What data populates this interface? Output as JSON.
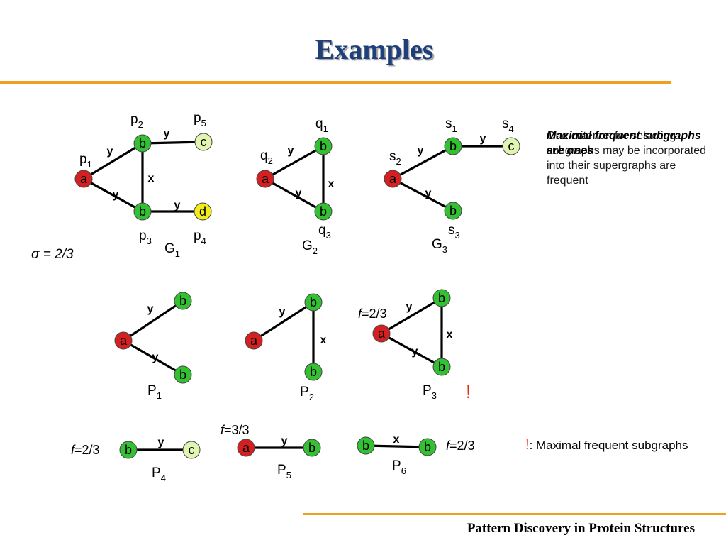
{
  "slide": {
    "title": "Examples",
    "footer": "Pattern Discovery in Protein Structures",
    "sigma": "σ = 2/3"
  },
  "note": {
    "overlay_text": "Maximal frequent subgraphs are ones",
    "text": "One criterion for selecting subgraphs may be incorporated into their supergraphs are frequent"
  },
  "legend": {
    "mark": "!",
    "text": ": Maximal frequent subgraphs"
  },
  "colors": {
    "a": "#d42020",
    "b": "#33c133",
    "c": "#e2f4b2",
    "d": "#f2ec1a",
    "title": "#1f3f7a",
    "rule": "#f0a020",
    "mark": "#e03010"
  },
  "nodes": [
    {
      "id": "g1-a",
      "label": "a",
      "color": "a"
    },
    {
      "id": "g1-b1",
      "label": "b",
      "color": "b"
    },
    {
      "id": "g1-b2",
      "label": "b",
      "color": "b"
    },
    {
      "id": "g1-c",
      "label": "c",
      "color": "c"
    },
    {
      "id": "g1-d",
      "label": "d",
      "color": "d"
    },
    {
      "id": "g2-a",
      "label": "a",
      "color": "a"
    },
    {
      "id": "g2-b1",
      "label": "b",
      "color": "b"
    },
    {
      "id": "g2-b2",
      "label": "b",
      "color": "b"
    },
    {
      "id": "g3-a",
      "label": "a",
      "color": "a"
    },
    {
      "id": "g3-b1",
      "label": "b",
      "color": "b"
    },
    {
      "id": "g3-b2",
      "label": "b",
      "color": "b"
    },
    {
      "id": "g3-c",
      "label": "c",
      "color": "c"
    },
    {
      "id": "p1-a",
      "label": "a",
      "color": "a"
    },
    {
      "id": "p1-b1",
      "label": "b",
      "color": "b"
    },
    {
      "id": "p1-b2",
      "label": "b",
      "color": "b"
    },
    {
      "id": "p2-a",
      "label": "a",
      "color": "a"
    },
    {
      "id": "p2-b1",
      "label": "b",
      "color": "b"
    },
    {
      "id": "p2-b2",
      "label": "b",
      "color": "b"
    },
    {
      "id": "p3-a",
      "label": "a",
      "color": "a"
    },
    {
      "id": "p3-b1",
      "label": "b",
      "color": "b"
    },
    {
      "id": "p3-b2",
      "label": "b",
      "color": "b"
    },
    {
      "id": "p4-b",
      "label": "b",
      "color": "b"
    },
    {
      "id": "p4-c",
      "label": "c",
      "color": "c"
    },
    {
      "id": "p5-a",
      "label": "a",
      "color": "a"
    },
    {
      "id": "p5-b",
      "label": "b",
      "color": "b"
    },
    {
      "id": "p6-b1",
      "label": "b",
      "color": "b"
    },
    {
      "id": "p6-b2",
      "label": "b",
      "color": "b"
    }
  ],
  "edges": [
    {
      "from": "g1-a",
      "to": "g1-b1",
      "label": "y"
    },
    {
      "from": "g1-a",
      "to": "g1-b2",
      "label": "y"
    },
    {
      "from": "g1-b1",
      "to": "g1-b2",
      "label": "x"
    },
    {
      "from": "g1-b1",
      "to": "g1-c",
      "label": "y"
    },
    {
      "from": "g1-b2",
      "to": "g1-d",
      "label": "y"
    },
    {
      "from": "g2-a",
      "to": "g2-b1",
      "label": "y"
    },
    {
      "from": "g2-a",
      "to": "g2-b2",
      "label": "y"
    },
    {
      "from": "g2-b1",
      "to": "g2-b2",
      "label": "x"
    },
    {
      "from": "g3-a",
      "to": "g3-b1",
      "label": "y"
    },
    {
      "from": "g3-a",
      "to": "g3-b2",
      "label": "y"
    },
    {
      "from": "g3-b1",
      "to": "g3-c",
      "label": "y"
    },
    {
      "from": "p1-a",
      "to": "p1-b1",
      "label": "y"
    },
    {
      "from": "p1-a",
      "to": "p1-b2",
      "label": "y"
    },
    {
      "from": "p2-a",
      "to": "p2-b1",
      "label": "y"
    },
    {
      "from": "p2-b1",
      "to": "p2-b2",
      "label": "x"
    },
    {
      "from": "p3-a",
      "to": "p3-b1",
      "label": "y"
    },
    {
      "from": "p3-a",
      "to": "p3-b2",
      "label": "y"
    },
    {
      "from": "p3-b1",
      "to": "p3-b2",
      "label": "x"
    },
    {
      "from": "p4-b",
      "to": "p4-c",
      "label": "y"
    },
    {
      "from": "p5-a",
      "to": "p5-b",
      "label": "y"
    },
    {
      "from": "p6-b1",
      "to": "p6-b2",
      "label": "x"
    }
  ],
  "labels": [
    {
      "id": "p1",
      "base": "p",
      "sub": "1"
    },
    {
      "id": "p2",
      "base": "p",
      "sub": "2"
    },
    {
      "id": "p3",
      "base": "p",
      "sub": "3"
    },
    {
      "id": "p4",
      "base": "p",
      "sub": "4"
    },
    {
      "id": "p5",
      "base": "p",
      "sub": "5"
    },
    {
      "id": "G1",
      "base": "G",
      "sub": "1"
    },
    {
      "id": "q1",
      "base": "q",
      "sub": "1"
    },
    {
      "id": "q2",
      "base": "q",
      "sub": "2"
    },
    {
      "id": "q3",
      "base": "q",
      "sub": "3"
    },
    {
      "id": "G2",
      "base": "G",
      "sub": "2"
    },
    {
      "id": "s1",
      "base": "s",
      "sub": "1"
    },
    {
      "id": "s2",
      "base": "s",
      "sub": "2"
    },
    {
      "id": "s3",
      "base": "s",
      "sub": "3"
    },
    {
      "id": "s4",
      "base": "s",
      "sub": "4"
    },
    {
      "id": "G3",
      "base": "G",
      "sub": "3"
    },
    {
      "id": "P1",
      "base": "P",
      "sub": "1"
    },
    {
      "id": "P2",
      "base": "P",
      "sub": "2"
    },
    {
      "id": "P3",
      "base": "P",
      "sub": "3"
    },
    {
      "id": "P4",
      "base": "P",
      "sub": "4"
    },
    {
      "id": "P5",
      "base": "P",
      "sub": "5"
    },
    {
      "id": "P6",
      "base": "P",
      "sub": "6"
    }
  ],
  "frequencies": [
    {
      "id": "f-p3",
      "value": "=2/3"
    },
    {
      "id": "f-p4",
      "value": "=2/3"
    },
    {
      "id": "f-p5",
      "value": "=3/3"
    },
    {
      "id": "f-p6",
      "value": "=2/3"
    }
  ],
  "frequency_symbol": "f",
  "maximal_mark": "!"
}
